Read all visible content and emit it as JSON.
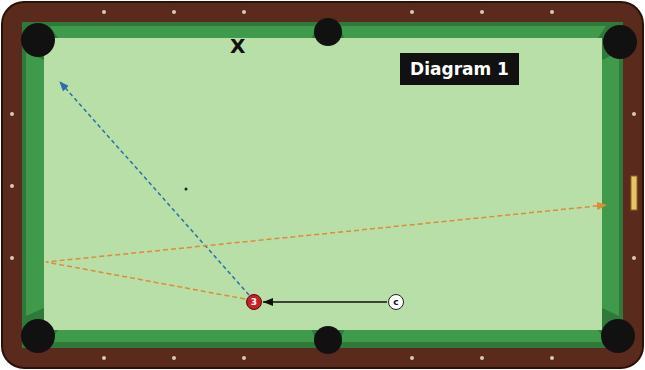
{
  "diagram": {
    "nodes": [
      {
        "text": [
          "Diagram 1"
        ]
      },
      {
        "text": [
          "3"
        ]
      },
      {
        "text": [
          "c"
        ]
      }
    ],
    "edges": [
      {
        "from": 2,
        "to": 1,
        "arrow": "to"
      }
    ],
    "labels": [
      "X"
    ]
  }
}
